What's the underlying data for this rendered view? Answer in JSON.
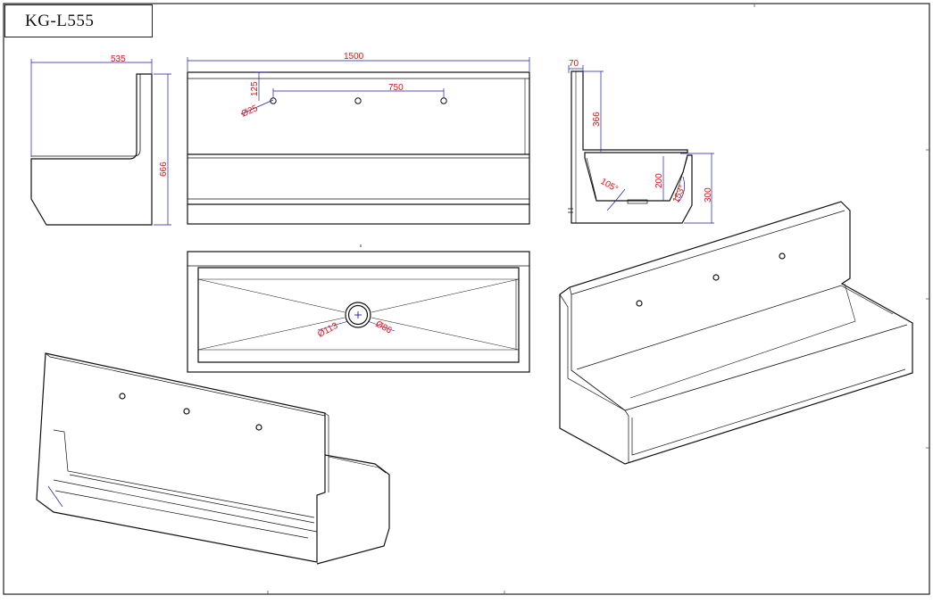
{
  "title": "KG-L555",
  "colors": {
    "outline": "#111111",
    "dimension_line": "#1a1aa8",
    "dimension_text": "#e01010"
  },
  "dimensions": {
    "side_width": "535",
    "side_height": "666",
    "front_width": "1500",
    "hole_spacing": "750",
    "hole_offset": "125",
    "hole_diameter": "Ø25",
    "section_top": "70",
    "section_height": "366",
    "basin_depth": "200",
    "basin_height": "300",
    "angle_left": "105°",
    "angle_right": "153°",
    "drain_outer": "Ø113",
    "drain_inner": "Ø86"
  }
}
